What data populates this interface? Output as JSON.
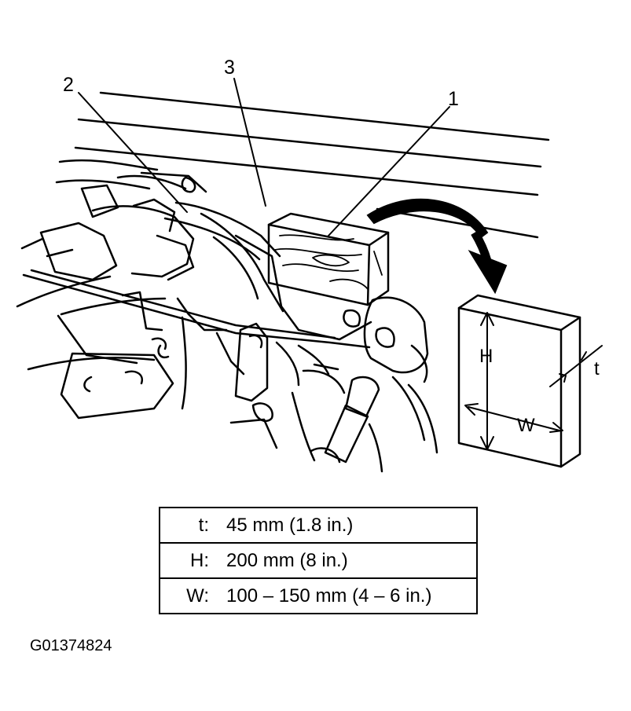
{
  "callouts": {
    "c1": "1",
    "c2": "2",
    "c3": "3"
  },
  "block_dimensions": {
    "h": "H",
    "w": "W",
    "t": "t"
  },
  "spec_table": {
    "rows": [
      {
        "symbol": "t:",
        "value": "45 mm (1.8 in.)"
      },
      {
        "symbol": "H:",
        "value": "200 mm (8 in.)"
      },
      {
        "symbol": "W:",
        "value": "100 – 150 mm (4 – 6 in.)"
      }
    ]
  },
  "figure_id": "G01374824"
}
